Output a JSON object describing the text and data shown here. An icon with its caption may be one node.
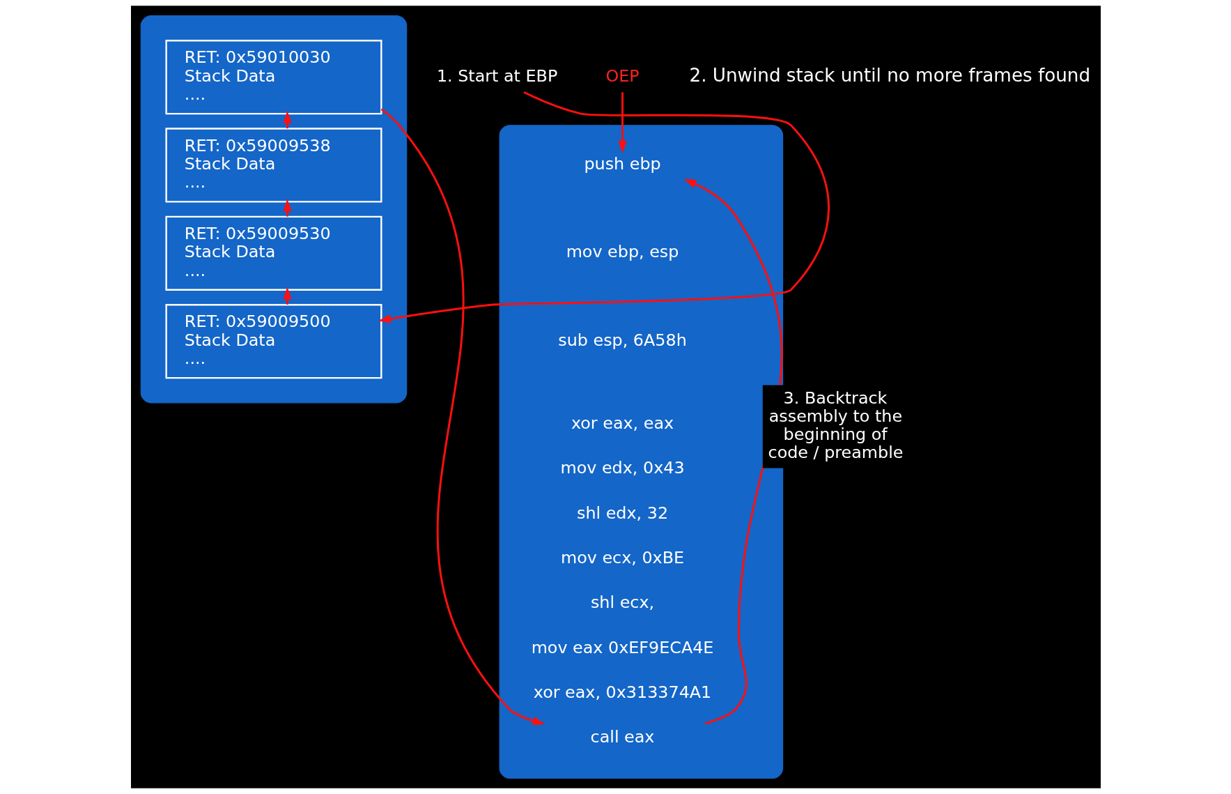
{
  "diagram": {
    "nodes": [
      {
        "text": [],
        "shape": "box"
      },
      {
        "text": [
          "push ebp"
        ],
        "in": 0
      },
      {
        "text": [
          "mov ebp, esp"
        ],
        "in": 0
      },
      {
        "text": [
          "sub esp, 6A58h"
        ],
        "in": 0
      },
      {
        "text": [
          "xor eax, eax"
        ],
        "in": 0
      },
      {
        "text": [
          "mov edx, 0x43"
        ],
        "in": 0
      },
      {
        "text": [
          "shl edx, 32"
        ],
        "in": 0
      },
      {
        "text": [
          "mov ecx, 0xBE"
        ],
        "in": 0
      },
      {
        "text": [
          "shl ecx,"
        ],
        "in": 0
      },
      {
        "text": [
          "mov eax 0xEF9ECA4E"
        ],
        "in": 0
      },
      {
        "text": [
          "xor eax, 0x313374A1"
        ],
        "in": 0
      },
      {
        "text": [
          "call eax"
        ],
        "in": 0
      },
      {
        "text": [
          "OEP"
        ]
      },
      {
        "text": [],
        "shape": "box"
      },
      {
        "text": [
          "RET: 0x59010030",
          "Stack Data",
          "...."
        ],
        "in": 13
      },
      {
        "text": [
          "RET: 0x59009538",
          "Stack Data",
          "...."
        ],
        "in": 13
      },
      {
        "text": [
          "RET: 0x59009530",
          "Stack Data",
          "...."
        ],
        "in": 13
      },
      {
        "text": [
          "RET: 0x59009500",
          "Stack Data",
          "...."
        ],
        "in": 13
      },
      {
        "text": [
          "1. Start at EBP"
        ]
      }
    ],
    "edges": [
      {
        "from": 12,
        "to": 1,
        "arrow": "to"
      },
      {
        "from": 11,
        "to": 1,
        "arrow": "to",
        "label": "3. Backtrack assembly to the beginning of code / preamble"
      },
      {
        "from": 18,
        "to": 17,
        "arrow": "to"
      },
      {
        "from": 17,
        "to": 16,
        "arrow": "to"
      },
      {
        "from": 16,
        "to": 15,
        "arrow": "to"
      },
      {
        "from": 15,
        "to": 14,
        "arrow": "to"
      },
      {
        "from": 14,
        "to": 11,
        "arrow": "to"
      }
    ],
    "labels": [
      "2. Unwind stack until no more frames found"
    ]
  }
}
